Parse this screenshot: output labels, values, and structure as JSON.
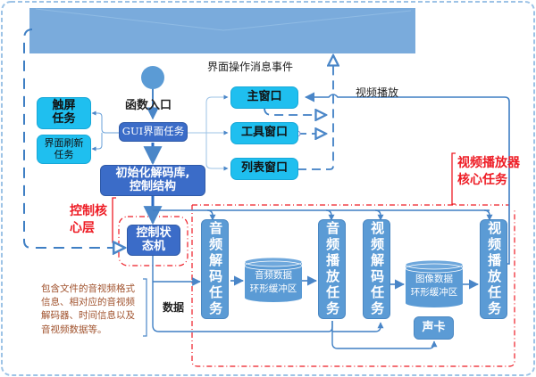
{
  "diagram": {
    "top_bar": {
      "label": ""
    },
    "entry": {
      "label": "函数入口"
    },
    "gui_task": {
      "label": "GUI界面任务"
    },
    "touch_task": {
      "label": "触屏\n任务"
    },
    "refresh_task": {
      "label": "界面刷新\n任务"
    },
    "init_decoder": {
      "label": "初始化解码库,\n控制结构"
    },
    "control_fsm": {
      "label": "控制状\n态机"
    },
    "windows": [
      {
        "label": "主窗口"
      },
      {
        "label": "工具窗口"
      },
      {
        "label": "列表窗口"
      }
    ],
    "ui_event_label": "界面操作消息事件",
    "video_play_label": "视频播放",
    "control_core_label": "控制核\n心层",
    "player_core_label": "视频播放器\n核心任务",
    "data_label": "数据",
    "data_note": "包含文件的音视频格式\n信息、相对应的音视频\n解码器、时间信息以及\n音视频数据等。",
    "tasks": [
      {
        "label": "音频解码任务"
      },
      {
        "label": "音频播放任务"
      },
      {
        "label": "视频解码任务"
      },
      {
        "label": "视频播放任务"
      }
    ],
    "buffers": [
      {
        "label": "音频数据\n环形缓冲区"
      },
      {
        "label": "图像数据\n环形缓冲区"
      }
    ],
    "sound_card": {
      "label": "声卡"
    },
    "colors": {
      "cyan": "#1fbfef",
      "navy": "#3b6cc8",
      "mid_blue": "#5b9bd5",
      "line_blue": "#4a86c8",
      "red": "#ee1c25",
      "outer_border": "#9dc3e6"
    }
  }
}
